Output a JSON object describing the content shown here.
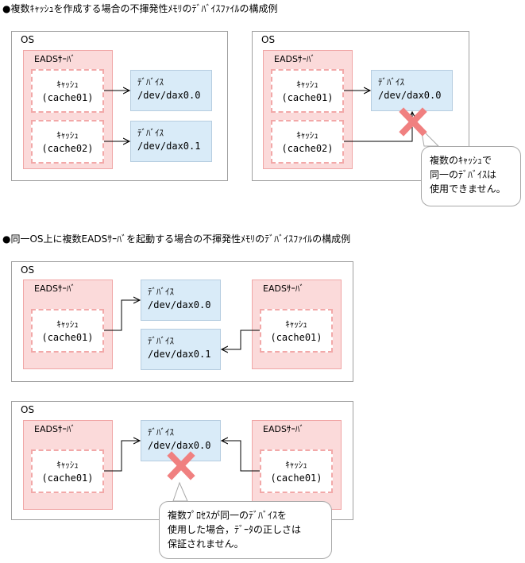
{
  "headings": {
    "section1": "●複数ｷｬｯｼｭを作成する場合の不揮発性ﾒﾓﾘのﾃﾞﾊﾞｲｽﾌｧｲﾙの構成例",
    "section2": "●同一OS上に複数EADSｻｰﾊﾞを起動する場合の不揮発性ﾒﾓﾘのﾃﾞﾊﾞｲｽﾌｧｲﾙの構成例"
  },
  "labels": {
    "os": "OS",
    "eads_server": "EADSｻｰﾊﾞ",
    "cache": "ｷｬｯｼｭ",
    "device": "ﾃﾞﾊﾞｲｽ"
  },
  "ids": {
    "cache01": "(cache01)",
    "cache02": "(cache02)",
    "dax00": "/dev/dax0.0",
    "dax01": "/dev/dax0.1"
  },
  "callouts": {
    "c1": [
      "複数のｷｬｯｼｭで",
      "同一のﾃﾞﾊﾞｲｽは",
      "使用できません。"
    ],
    "c2": [
      "複数ﾌﾟﾛｾｽが同一のﾃﾞﾊﾞｲｽを",
      "使用した場合，ﾃﾞｰﾀの正しさは",
      "保証されません。"
    ]
  },
  "colors": {
    "eads_fill": "#fbdada",
    "device_fill": "#d9ebf8",
    "cross": "#f08080"
  }
}
